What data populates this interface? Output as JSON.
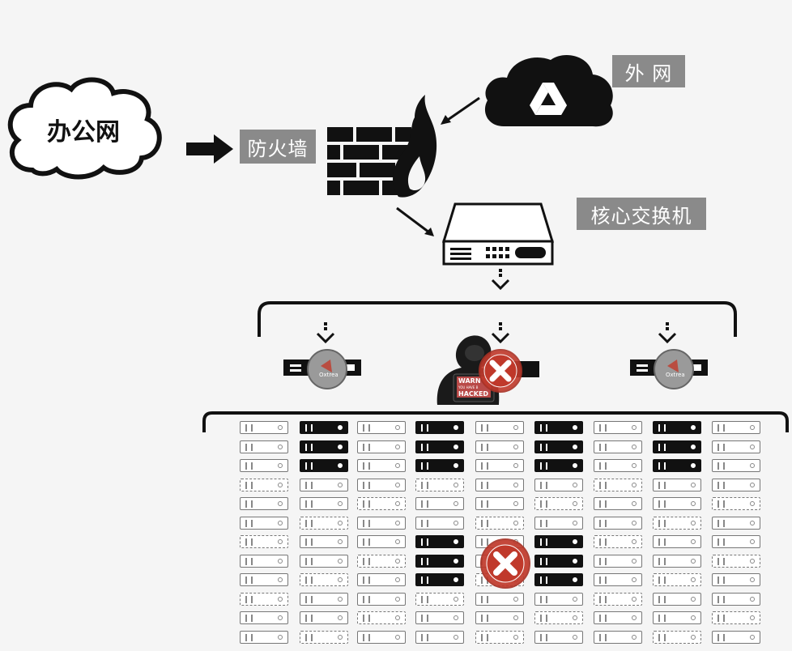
{
  "labels": {
    "office": "办公网",
    "firewall": "防火墙",
    "external": "外 网",
    "core_switch": "核心交换机"
  },
  "icons": {
    "office_cloud": "cloud-outline-icon",
    "external_cloud": "cloud-drive-icon",
    "firewall": "firewall-flame-icon",
    "core_switch": "network-switch-icon",
    "access_switch": "access-switch-icon",
    "hacker": "hacker-icon",
    "blocked": "red-x-icon"
  },
  "hacker_screen": {
    "line1": "WARN",
    "line2": "YOU HAVE B",
    "line3": "HACKED"
  },
  "switch_badge": "Oxtrea",
  "colors": {
    "background": "#f5f5f5",
    "label_bg": "#8a8a8a",
    "label_text": "#ffffff",
    "icon_dark": "#111111",
    "alert_red": "#c0392b"
  }
}
